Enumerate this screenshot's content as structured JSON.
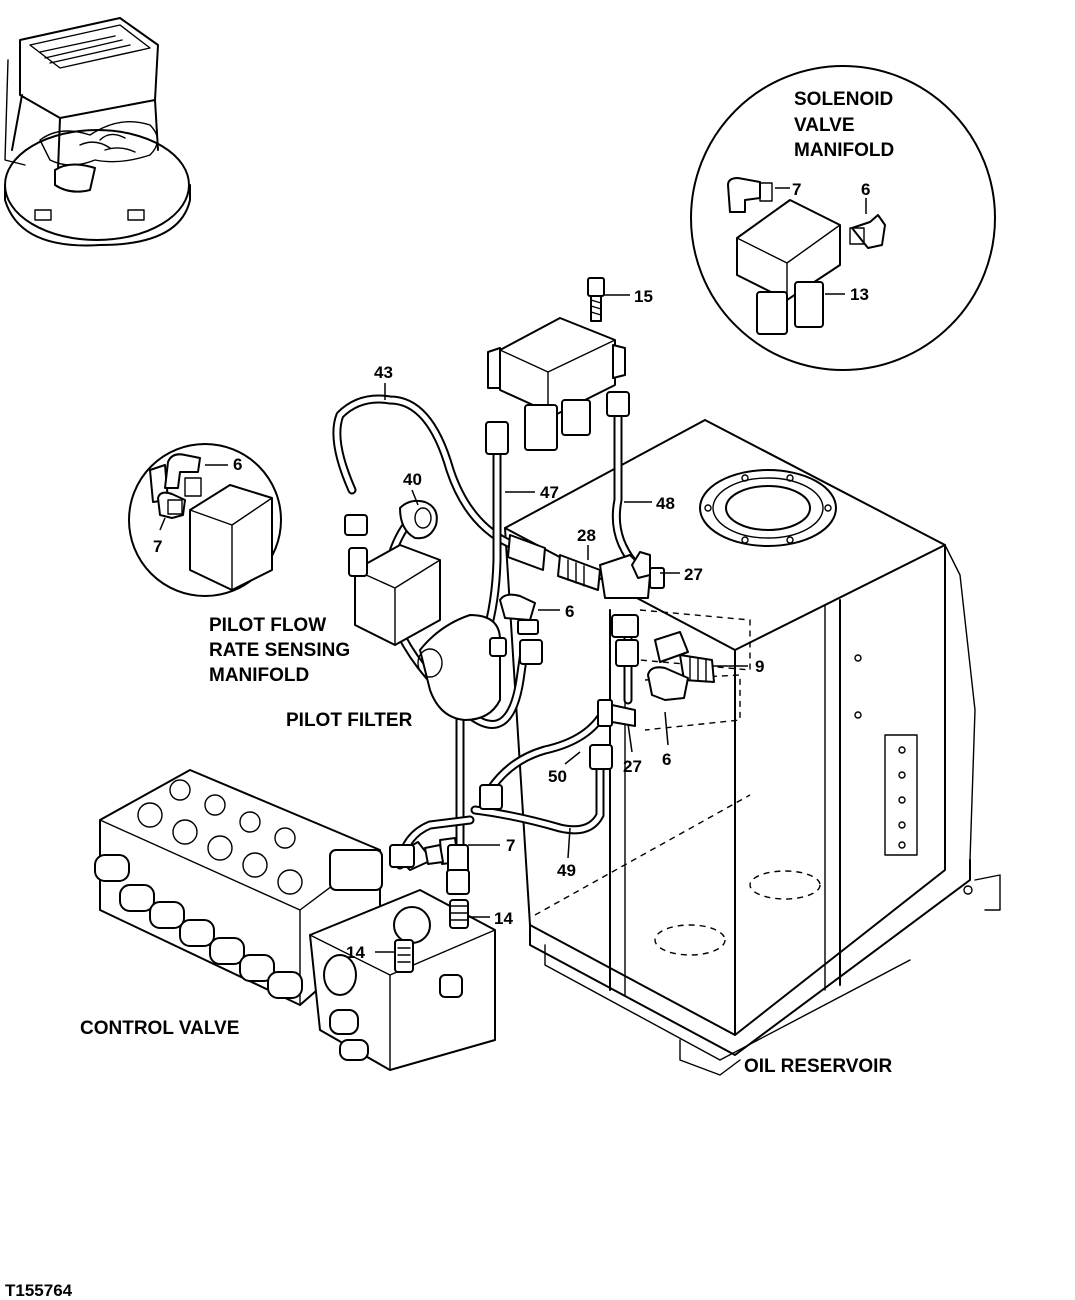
{
  "drawing_id": "T155764",
  "labels": {
    "solenoid_line1": "SOLENOID",
    "solenoid_line2": "VALVE",
    "solenoid_line3": "MANIFOLD",
    "pilot_flow_line1": "PILOT FLOW",
    "pilot_flow_line2": "RATE SENSING",
    "pilot_flow_line3": "MANIFOLD",
    "pilot_filter": "PILOT FILTER",
    "control_valve": "CONTROL  VALVE",
    "oil_reservoir": "OIL RESERVOIR"
  },
  "callouts": {
    "c7_detail_top": "7",
    "c6_detail_top": "6",
    "c13": "13",
    "c15": "15",
    "c43": "43",
    "c6_left_detail": "6",
    "c7_left_detail": "7",
    "c40": "40",
    "c47": "47",
    "c48": "48",
    "c28": "28",
    "c27_upper": "27",
    "c6_mid": "6",
    "c9": "9",
    "c27_lower": "27",
    "c6_lower": "6",
    "c50": "50",
    "c7_lower": "7",
    "c49": "49",
    "c14_right": "14",
    "c14_left": "14"
  }
}
